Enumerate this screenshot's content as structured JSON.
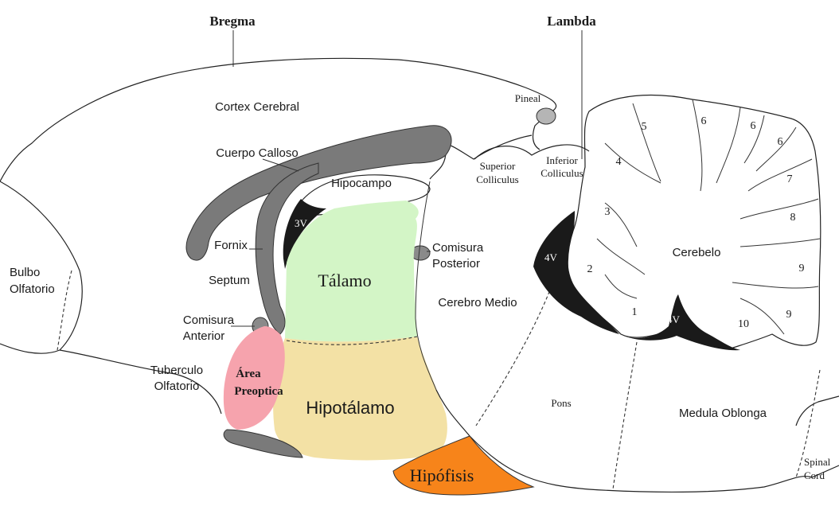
{
  "landmarks": {
    "bregma": "Bregma",
    "lambda": "Lambda"
  },
  "labels": {
    "cortex": "Cortex Cerebral",
    "corpus_callosum": "Cuerpo Calloso",
    "pineal": "Pineal",
    "superior_colliculus": [
      "Superior",
      "Colliculus"
    ],
    "inferior_colliculus": [
      "Inferior",
      "Colliculus"
    ],
    "hippocampus": "Hipocampo",
    "third_ventricle": "3V",
    "fornix": "Fornix",
    "septum": "Septum",
    "posterior_commissure": [
      "Comisura",
      "Posterior"
    ],
    "thalamus": "Tálamo",
    "olfactory_bulb": [
      "Bulbo",
      "Olfatorio"
    ],
    "midbrain": "Cerebro Medio",
    "anterior_commissure": [
      "Comisura",
      "Anterior"
    ],
    "olfactory_tubercle": [
      "Tuberculo",
      "Olfatorio"
    ],
    "preoptic_area": [
      "Área",
      "Preoptica"
    ],
    "hypothalamus": "Hipotálamo",
    "pons": "Pons",
    "medulla": "Medula Oblonga",
    "pituitary": "Hipófisis",
    "spinal_cord": [
      "Spinal",
      "Cord"
    ],
    "cerebellum": "Cerebelo",
    "fourth_ventricle": "4V",
    "fourth_ventricle_lower": "4V"
  },
  "lobules": [
    "5",
    "6",
    "6",
    "6",
    "4",
    "7",
    "3",
    "8",
    "2",
    "9",
    "1",
    "10",
    "9"
  ],
  "colors": {
    "thalamus": "#d3f5c6",
    "hypothalamus": "#f3e1a5",
    "preoptic": "#f6a3ad",
    "pituitary": "#f7841a",
    "white_matter": "#7a7a7a",
    "ventricle": "#1a1a1a"
  }
}
